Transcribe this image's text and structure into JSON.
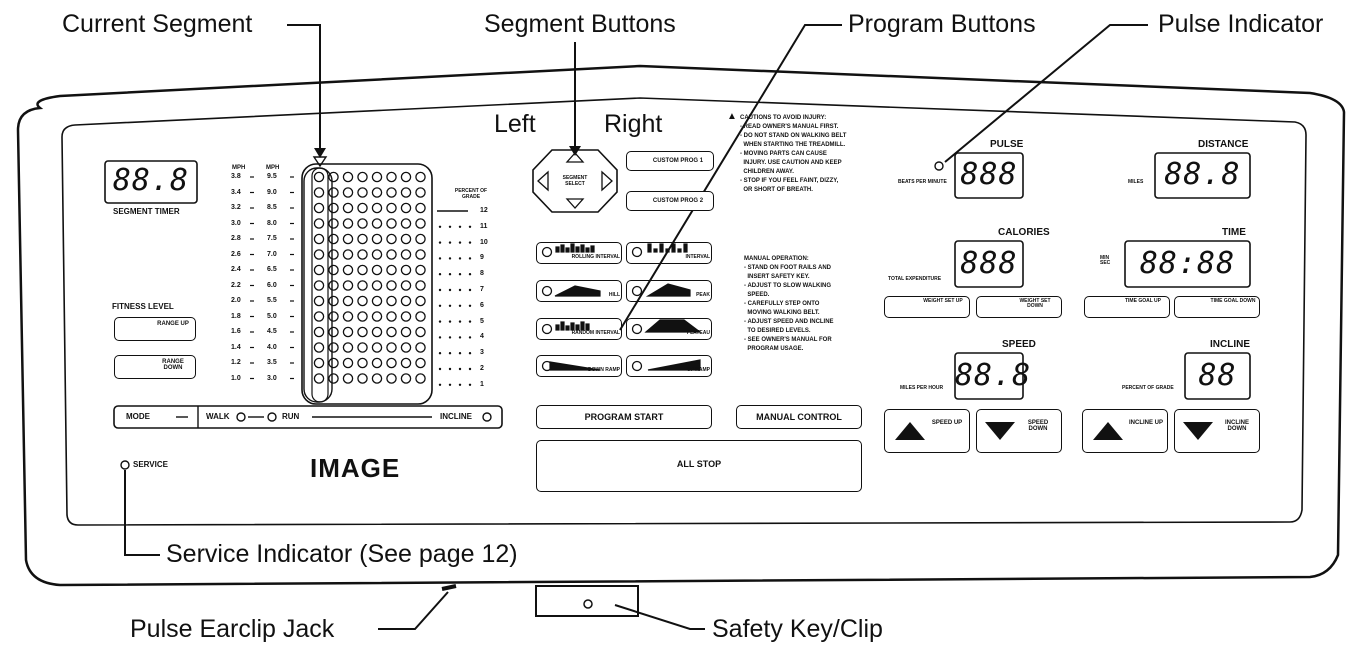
{
  "callouts": {
    "current_segment": "Current Segment",
    "segment_buttons": "Segment Buttons",
    "program_buttons": "Program Buttons",
    "pulse_indicator": "Pulse Indicator",
    "left": "Left",
    "right": "Right",
    "service_indicator": "Service Indicator (See page 12)",
    "pulse_earclip_jack": "Pulse Earclip Jack",
    "safety_key_clip": "Safety Key/Clip"
  },
  "panel": {
    "segment_timer_display": "88.8",
    "segment_timer_label": "SEGMENT TIMER",
    "fitness_level_label": "FITNESS LEVEL",
    "range_up": "RANGE UP",
    "range_down": "RANGE DOWN",
    "mode_label": "MODE",
    "walk_label": "WALK",
    "run_label": "RUN",
    "incline_mode_label": "INCLINE",
    "service_label": "SERVICE",
    "brand": "IMAGE",
    "walk_speeds_header": "MPH",
    "run_speeds_header": "MPH",
    "walk_speeds": [
      "3.8",
      "3.4",
      "3.2",
      "3.0",
      "2.8",
      "2.6",
      "2.4",
      "2.2",
      "2.0",
      "1.8",
      "1.6",
      "1.4",
      "1.2",
      "1.0"
    ],
    "run_speeds": [
      "9.5",
      "9.0",
      "8.5",
      "8.0",
      "7.5",
      "7.0",
      "6.5",
      "6.0",
      "5.5",
      "5.0",
      "4.5",
      "4.0",
      "3.5",
      "3.0"
    ],
    "incline_levels_header": "PERCENT OF GRADE",
    "incline_levels": [
      "12",
      "11",
      "10",
      "9",
      "8",
      "7",
      "6",
      "5",
      "4",
      "3",
      "2",
      "1"
    ],
    "segment_select": "SEGMENT SELECT",
    "custom_prog_1": "CUSTOM PROG 1",
    "custom_prog_2": "CUSTOM PROG 2",
    "programs": [
      "ROLLING INTERVAL",
      "INTERVAL",
      "HILL",
      "PEAK",
      "RANDOM INTERVAL",
      "PLATEAU",
      "DOWN RAMP",
      "UP RAMP"
    ],
    "program_start": "PROGRAM START",
    "manual_control": "MANUAL CONTROL",
    "all_stop": "ALL STOP",
    "caution_text": "CAUTIONS TO AVOID INJURY:\n- READ OWNER'S MANUAL FIRST.\n- DO NOT STAND ON WALKING BELT\n  WHEN STARTING THE TREADMILL.\n- MOVING PARTS CAN CAUSE\n  INJURY. USE CAUTION AND KEEP\n  CHILDREN AWAY.\n- STOP IF YOU FEEL FAINT, DIZZY,\n  OR SHORT OF BREATH.",
    "manual_text": "MANUAL OPERATION:\n- STAND ON FOOT RAILS AND\n  INSERT SAFETY KEY.\n- ADJUST TO SLOW WALKING\n  SPEED.\n- CAREFULLY STEP ONTO\n  MOVING WALKING BELT.\n- ADJUST SPEED AND INCLINE\n  TO DESIRED LEVELS.\n- SEE OWNER'S MANUAL FOR\n  PROGRAM USAGE.",
    "pulse_label": "PULSE",
    "pulse_sub": "BEATS PER MINUTE",
    "pulse_display": "888",
    "distance_label": "DISTANCE",
    "distance_sub": "MILES",
    "distance_display": "88.8",
    "calories_label": "CALORIES",
    "calories_sub": "TOTAL EXPENDITURE",
    "calories_display": "888",
    "time_label": "TIME",
    "time_sub": "MIN SEC",
    "time_display": "88:88",
    "weight_set_up": "WEIGHT SET UP",
    "weight_set_down": "WEIGHT SET DOWN",
    "time_goal_up": "TIME GOAL UP",
    "time_goal_down": "TIME GOAL DOWN",
    "speed_label": "SPEED",
    "speed_sub": "MILES PER HOUR",
    "speed_display": "88.8",
    "incline_label": "INCLINE",
    "incline_sub": "PERCENT OF GRADE",
    "incline_display": "88",
    "speed_up": "SPEED UP",
    "speed_down": "SPEED DOWN",
    "incline_up": "INCLINE UP",
    "incline_down": "INCLINE DOWN"
  }
}
